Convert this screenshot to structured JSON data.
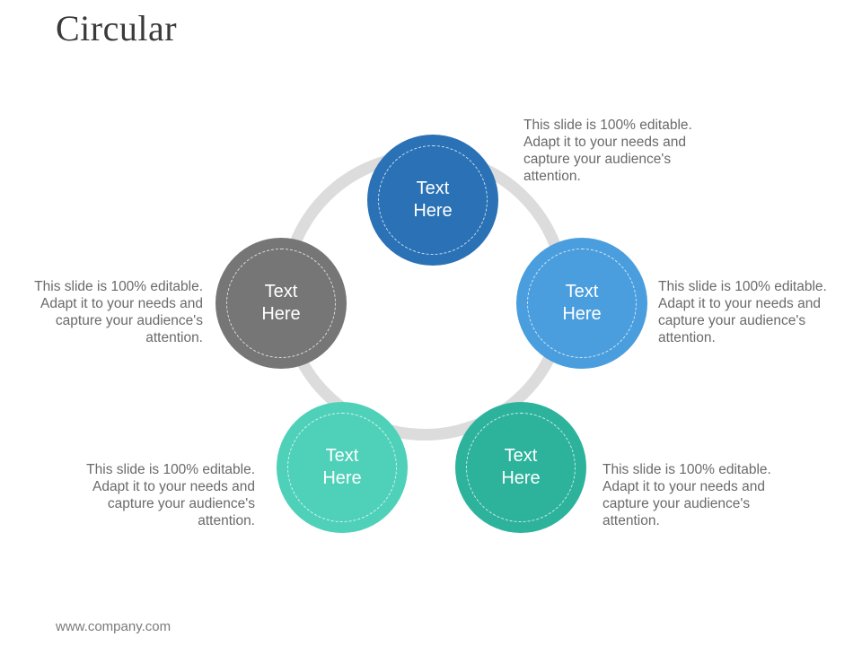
{
  "title": "Circular",
  "footer": "www.company.com",
  "colors": {
    "node1": "#2a72b5",
    "node2": "#4a9ede",
    "node3": "#2db39c",
    "node4": "#4fd1b9",
    "node5": "#767676",
    "ring": "#dcdcdc"
  },
  "nodes": [
    {
      "label": "Text Here",
      "description": "This slide is 100% editable. Adapt it to your needs and capture your audience's attention."
    },
    {
      "label": "Text Here",
      "description": "This slide is 100% editable. Adapt it to your needs and capture your audience's attention."
    },
    {
      "label": "Text Here",
      "description": "This slide is 100% editable. Adapt it to your needs and capture your audience's attention."
    },
    {
      "label": "Text Here",
      "description": "This slide is 100% editable. Adapt it to your needs and capture your audience's attention."
    },
    {
      "label": "Text Here",
      "description": "This slide is 100% editable. Adapt it to your needs and capture your audience's attention."
    }
  ]
}
